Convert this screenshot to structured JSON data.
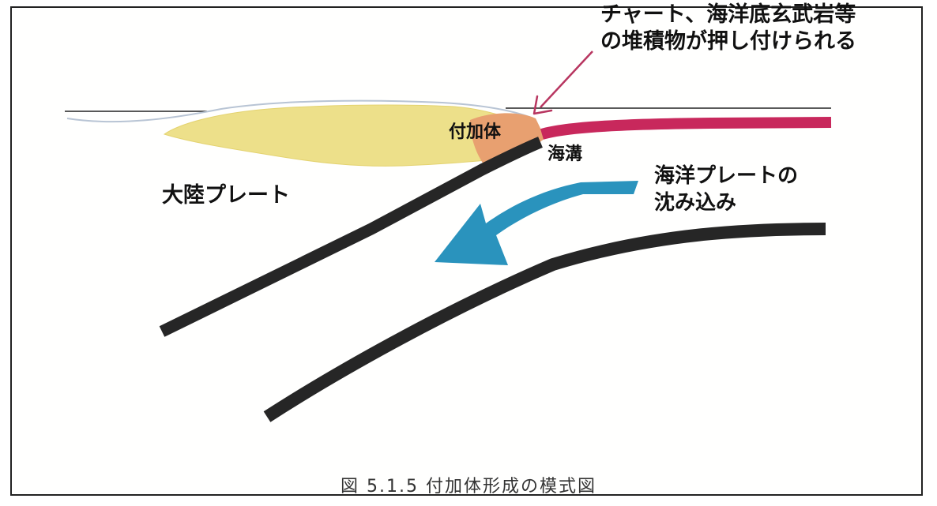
{
  "labels": {
    "callout_line1": "チャート、海洋底玄武岩等",
    "callout_line2": "の堆積物が押し付けられる",
    "accretionary_prism": "付加体",
    "trench": "海溝",
    "oceanic_plate_line1": "海洋プレートの",
    "oceanic_plate_line2": "沈み込み",
    "continental_plate": "大陸プレート"
  },
  "caption": "図 5.1.5 付加体形成の模式図",
  "colors": {
    "sediment_wedge": "#ede08a",
    "accretionary_prism": "#e8a070",
    "oceanic_plate_surface": "#c8285c",
    "plate_boundary": "#262626",
    "subduction_arrow": "#2a93bd",
    "callout_arrow": "#b83660",
    "sea_surface": "#222222"
  }
}
